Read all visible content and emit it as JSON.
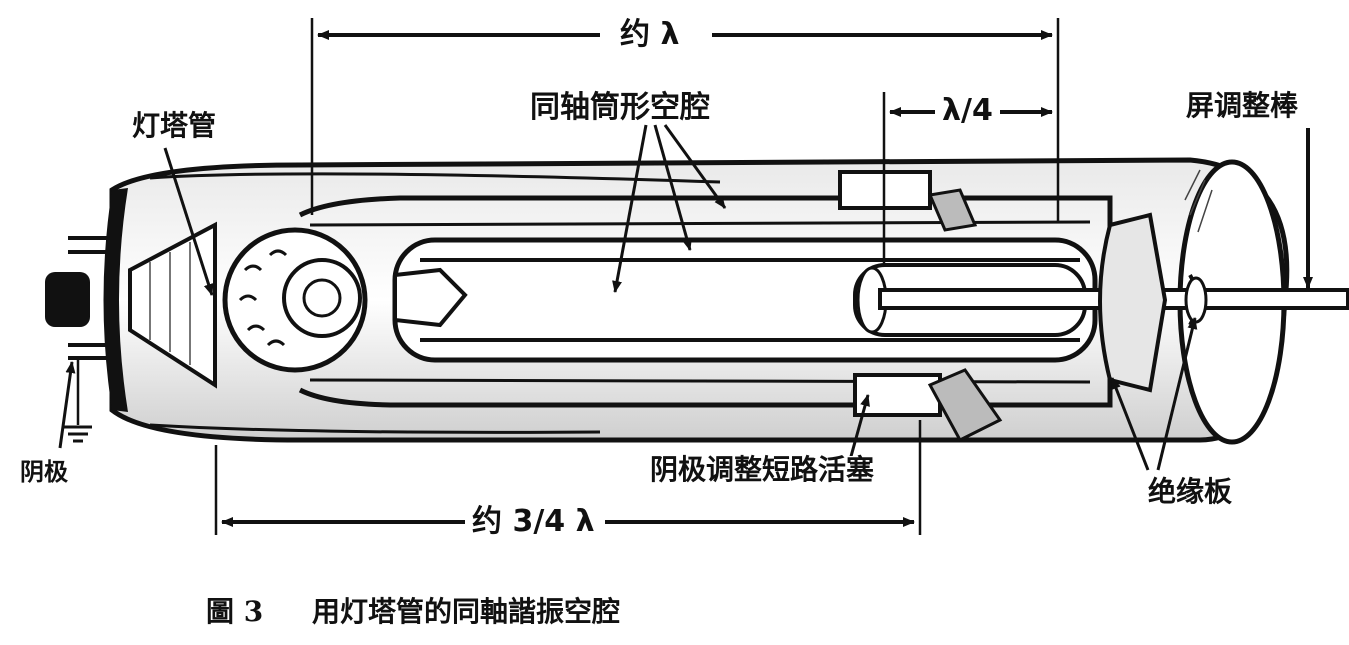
{
  "labels": {
    "about_lambda": "约 λ",
    "coax_cavity": "同轴筒形空腔",
    "quarter_lambda": "λ/4",
    "plate_tuning_rod": "屏调整棒",
    "lighthouse_tube": "灯塔管",
    "cathode": "阴极",
    "cathode_short_piston": "阴极调整短路活塞",
    "insulating_plate": "绝缘板",
    "about_three_quarter_lambda": "约 3/4 λ"
  },
  "caption": {
    "figure_number": "圖 3",
    "title": "用灯塔管的同軸諧振空腔"
  }
}
